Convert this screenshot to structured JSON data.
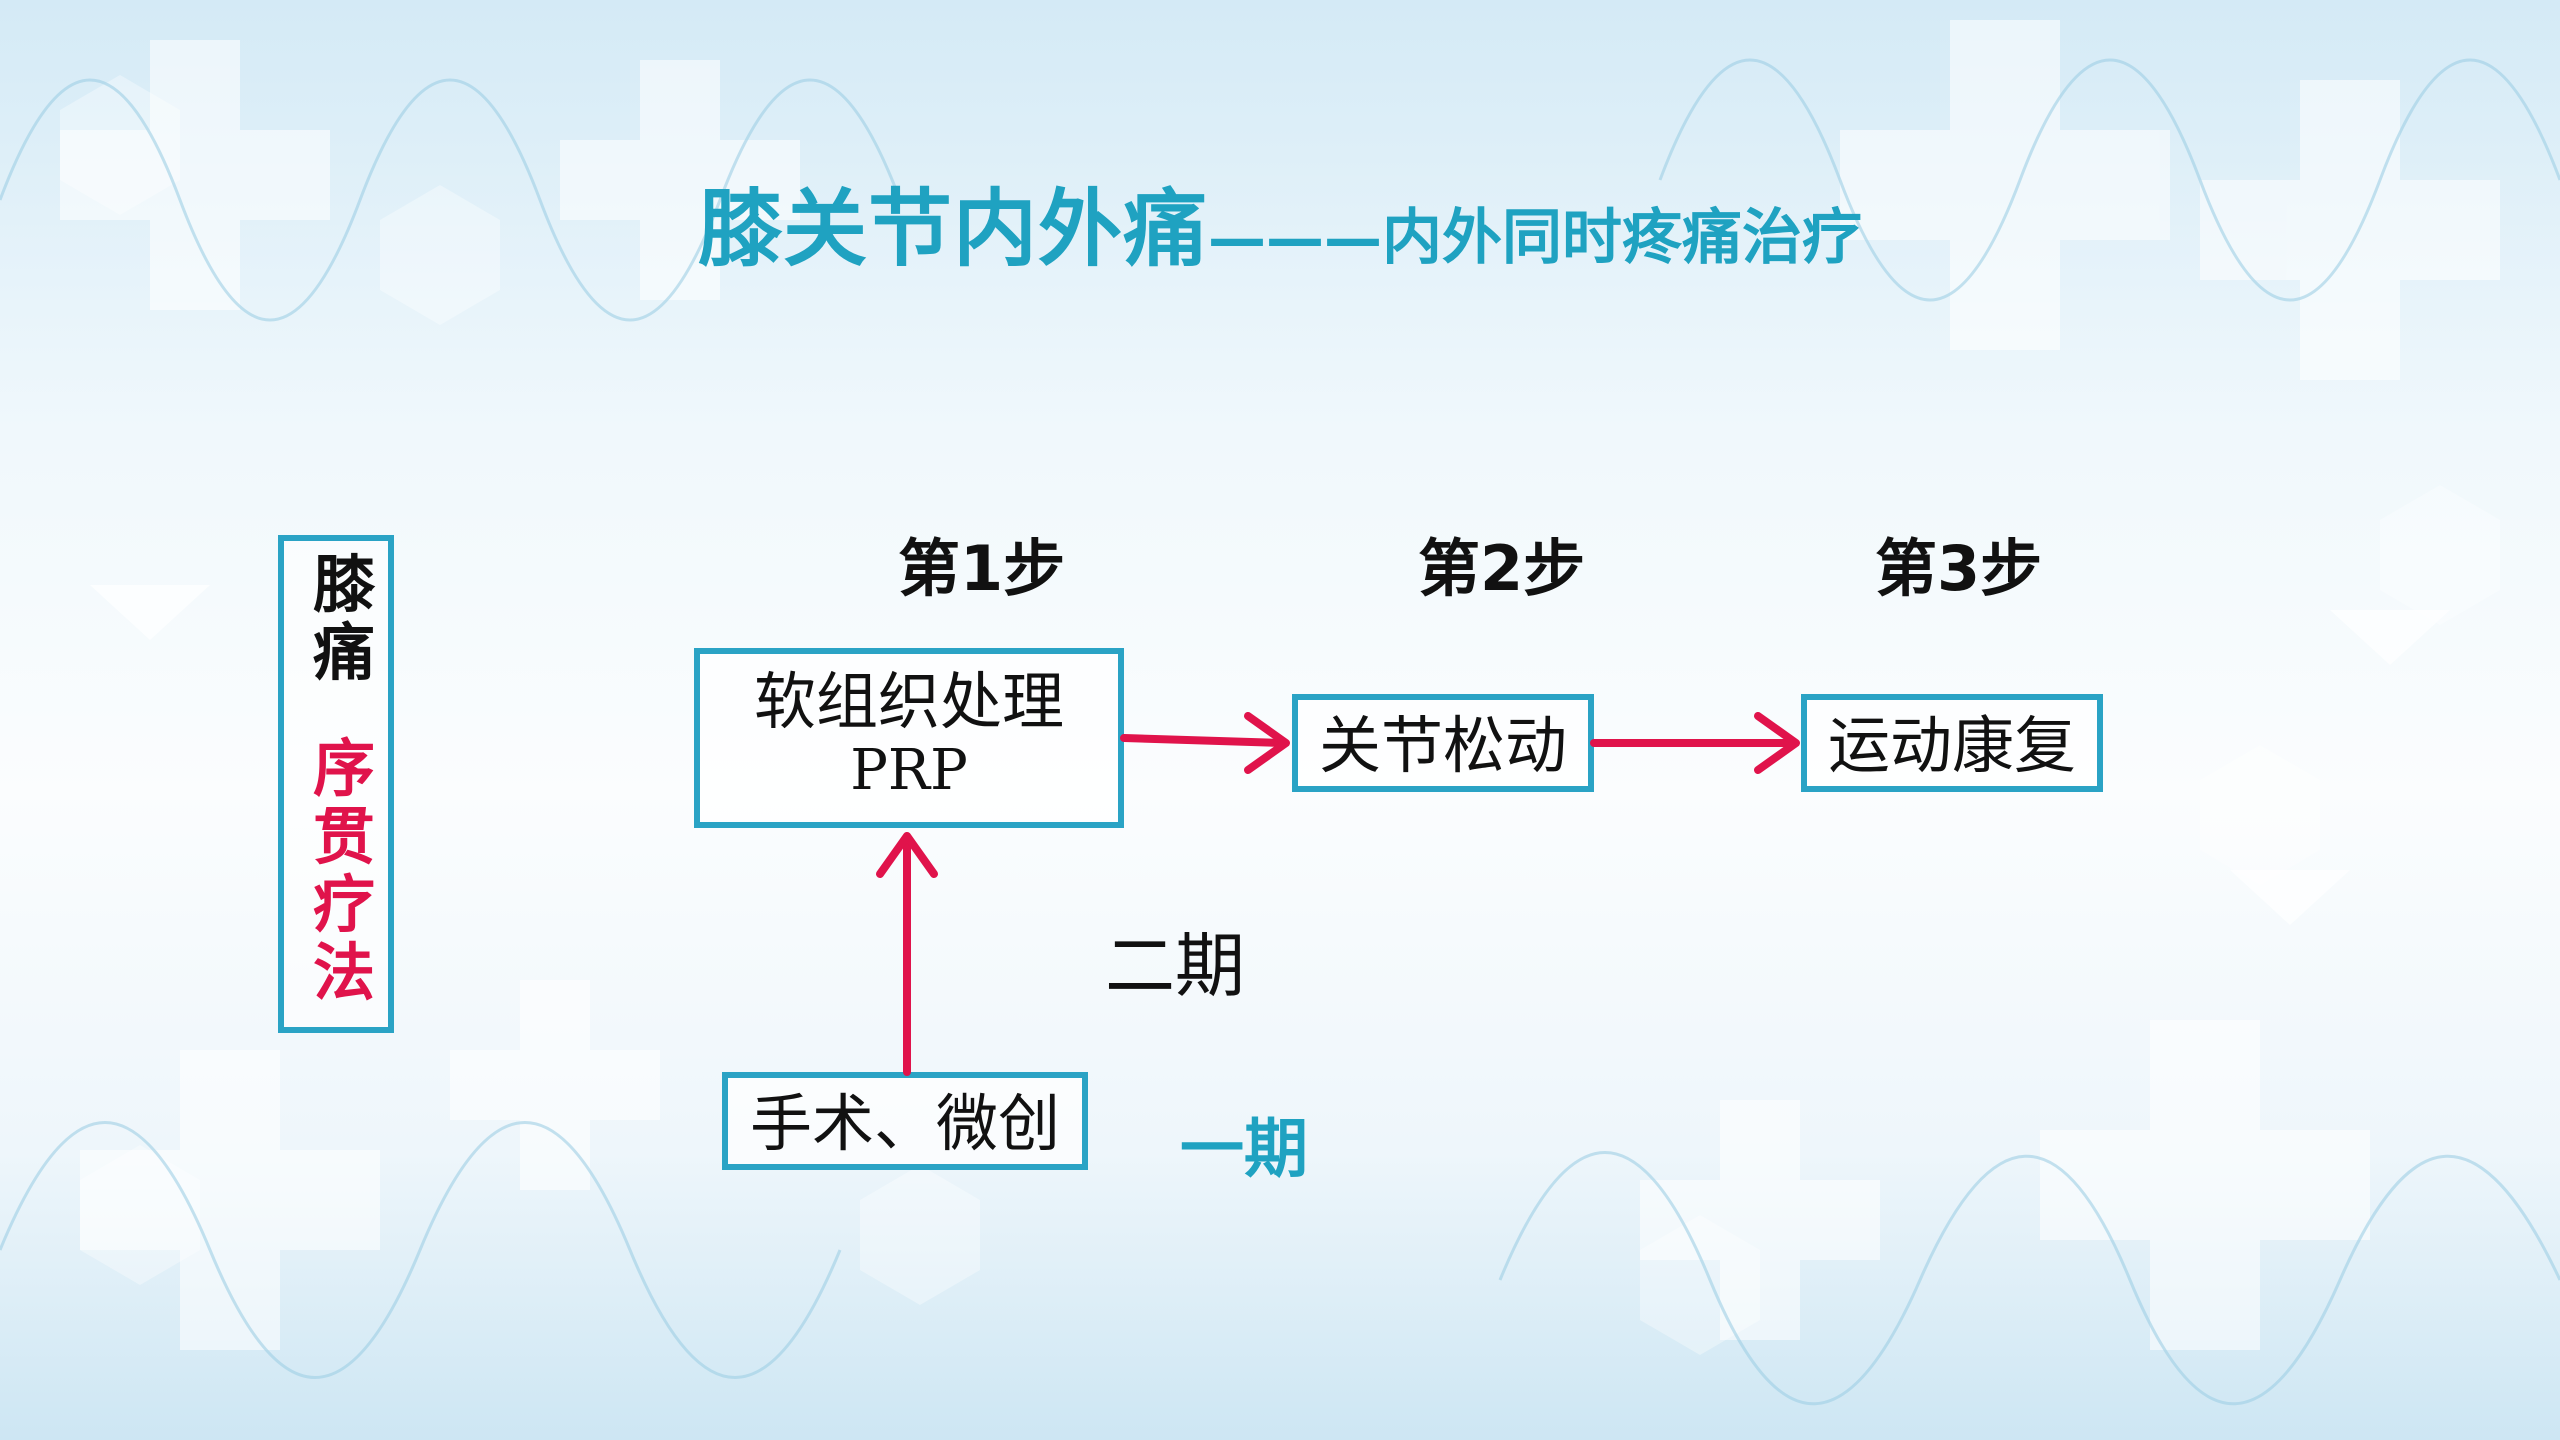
{
  "slide": {
    "title_main": "膝关节内外痛",
    "title_dash": "———",
    "title_sub": "内外同时疼痛治疗"
  },
  "sidebar": {
    "line1": "膝痛",
    "line2": "序贯疗法"
  },
  "steps": [
    "第1步",
    "第2步",
    "第3步"
  ],
  "boxes": {
    "soft_tissue": {
      "line1": "软组织处理",
      "line2": "PRP"
    },
    "joint_mobilization": "关节松动",
    "rehab": "运动康复",
    "surgery": "手术、微创"
  },
  "periods": {
    "second": "二期",
    "first": "一期"
  },
  "colors": {
    "accent_blue": "#1fa2c1",
    "box_border": "#2aa3c5",
    "arrow_red": "#e0134b",
    "text_black": "#111111"
  }
}
